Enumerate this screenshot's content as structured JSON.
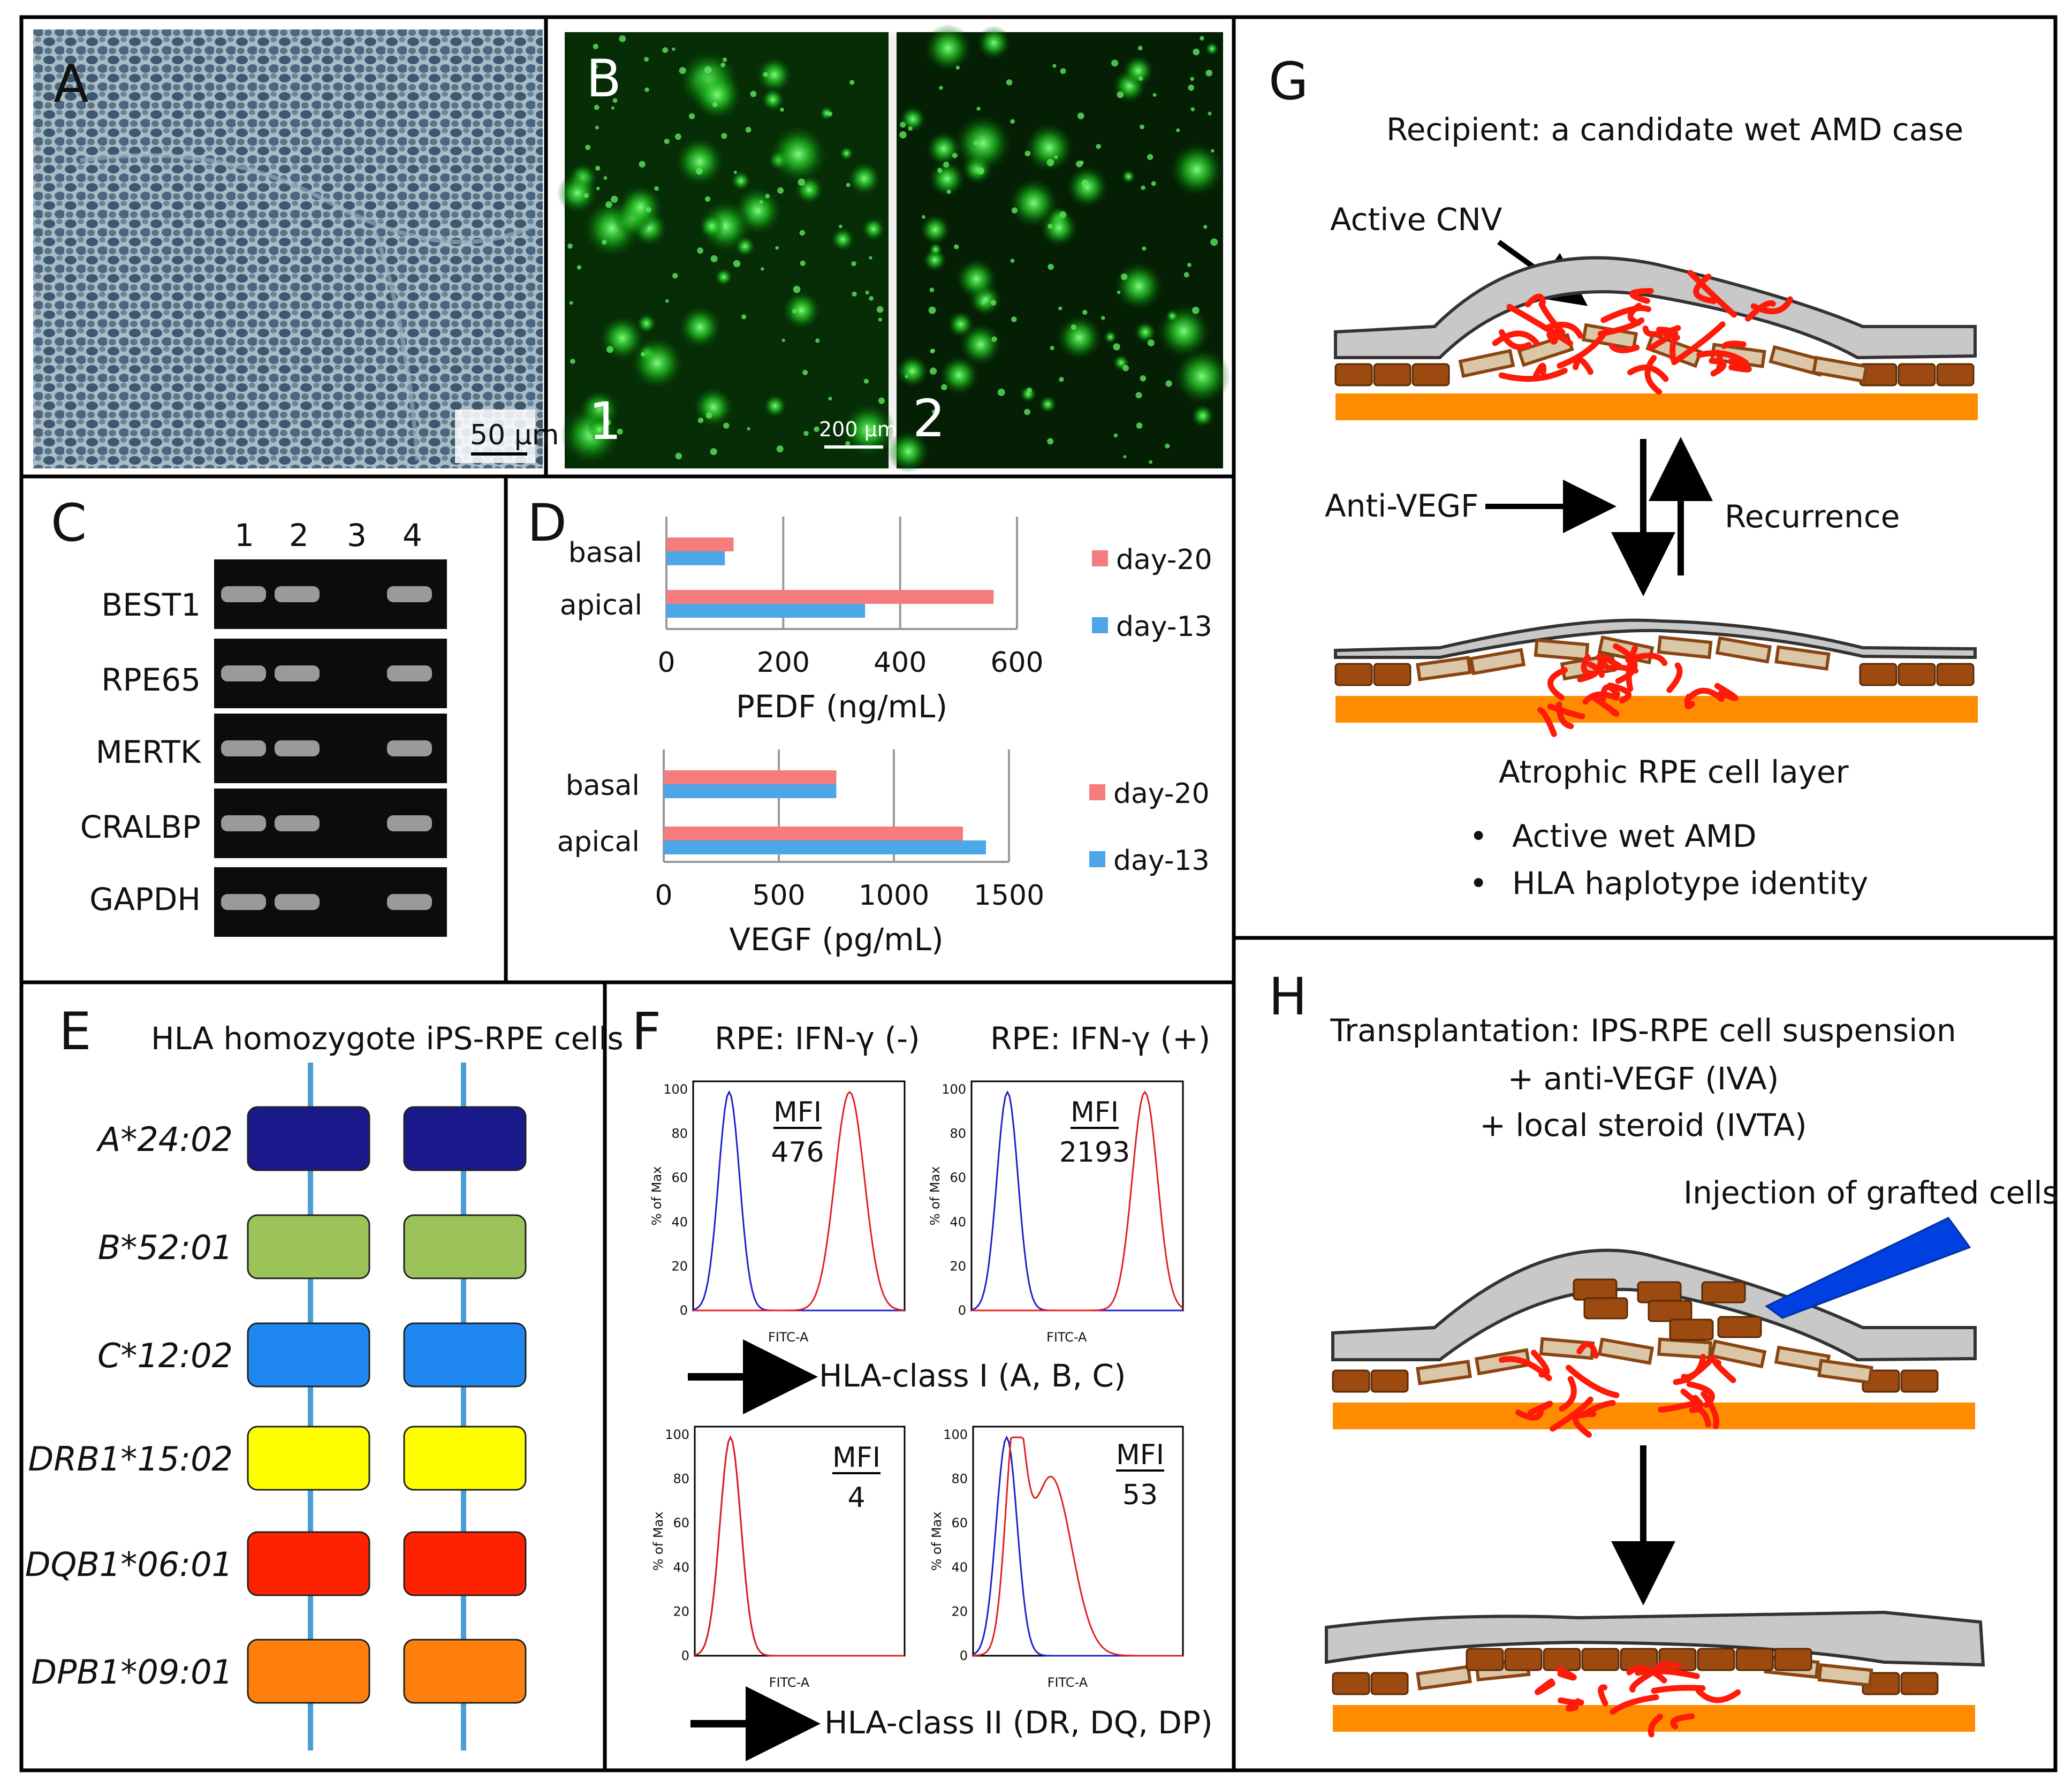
{
  "panels": {
    "A": {
      "letter": "A",
      "scale_bar": "50 μm"
    },
    "B": {
      "letter": "B",
      "sub1": "1",
      "sub2": "2",
      "scale_bar": "200 μm"
    },
    "C": {
      "letter": "C",
      "lanes": [
        "1",
        "2",
        "3",
        "4"
      ],
      "genes": [
        "BEST1",
        "RPE65",
        "MERTK",
        "CRALBP",
        "GAPDH"
      ]
    },
    "D": {
      "letter": "D"
    },
    "E": {
      "letter": "E",
      "title": "HLA homozygote iPS-RPE cells",
      "alleles": [
        {
          "name": "A*24:02",
          "color": "#1a1a8c"
        },
        {
          "name": "B*52:01",
          "color": "#9bc35a"
        },
        {
          "name": "C*12:02",
          "color": "#1e88f0"
        },
        {
          "name": "DRB1*15:02",
          "color": "#ffff00"
        },
        {
          "name": "DQB1*06:01",
          "color": "#ff2200"
        },
        {
          "name": "DPB1*09:01",
          "color": "#ff7f0e"
        }
      ]
    },
    "F": {
      "letter": "F",
      "col1_title": "RPE: IFN-γ (-)",
      "col2_title": "RPE: IFN-γ (+)",
      "mfi_label": "MFI",
      "mfi_values": [
        "476",
        "2193",
        "4",
        "53"
      ],
      "ylabel": "% of Max",
      "xlabel": "FITC-A",
      "yticks": [
        "100",
        "80",
        "60",
        "40",
        "20",
        "0"
      ],
      "class1_label": "HLA-class I (A, B, C)",
      "class2_label": "HLA-class II (DR, DQ, DP)"
    },
    "G": {
      "letter": "G",
      "title": "Recipient: a candidate wet AMD case",
      "active_cnv": "Active CNV",
      "anti_vegf": "Anti-VEGF",
      "recurrence": "Recurrence",
      "atrophic": "Atrophic RPE cell layer",
      "bullets": [
        "Active wet AMD",
        "HLA haplotype identity"
      ]
    },
    "H": {
      "letter": "H",
      "line1": "Transplantation: IPS-RPE cell suspension",
      "line2": "+ anti-VEGF (IVA)",
      "line3": "+ local steroid (IVTA)",
      "injection": "Injection of grafted cells"
    }
  },
  "chart_data": [
    {
      "type": "bar",
      "orientation": "horizontal",
      "categories": [
        "basal",
        "apical"
      ],
      "series": [
        {
          "name": "day-20",
          "values": [
            115,
            560
          ],
          "color": "#f47c7c"
        },
        {
          "name": "day-13",
          "values": [
            100,
            340
          ],
          "color": "#4da6e8"
        }
      ],
      "xlabel": "PEDF (ng/mL)",
      "xlim": [
        0,
        600
      ],
      "xticks": [
        0,
        200,
        400,
        600
      ],
      "grid": true,
      "legend": "right"
    },
    {
      "type": "bar",
      "orientation": "horizontal",
      "categories": [
        "basal",
        "apical"
      ],
      "series": [
        {
          "name": "day-20",
          "values": [
            750,
            1300
          ],
          "color": "#f47c7c"
        },
        {
          "name": "day-13",
          "values": [
            750,
            1400
          ],
          "color": "#4da6e8"
        }
      ],
      "xlabel": "VEGF (pg/mL)",
      "xlim": [
        0,
        1500
      ],
      "xticks": [
        0,
        500,
        1000,
        1500
      ],
      "grid": true,
      "legend": "right"
    }
  ]
}
